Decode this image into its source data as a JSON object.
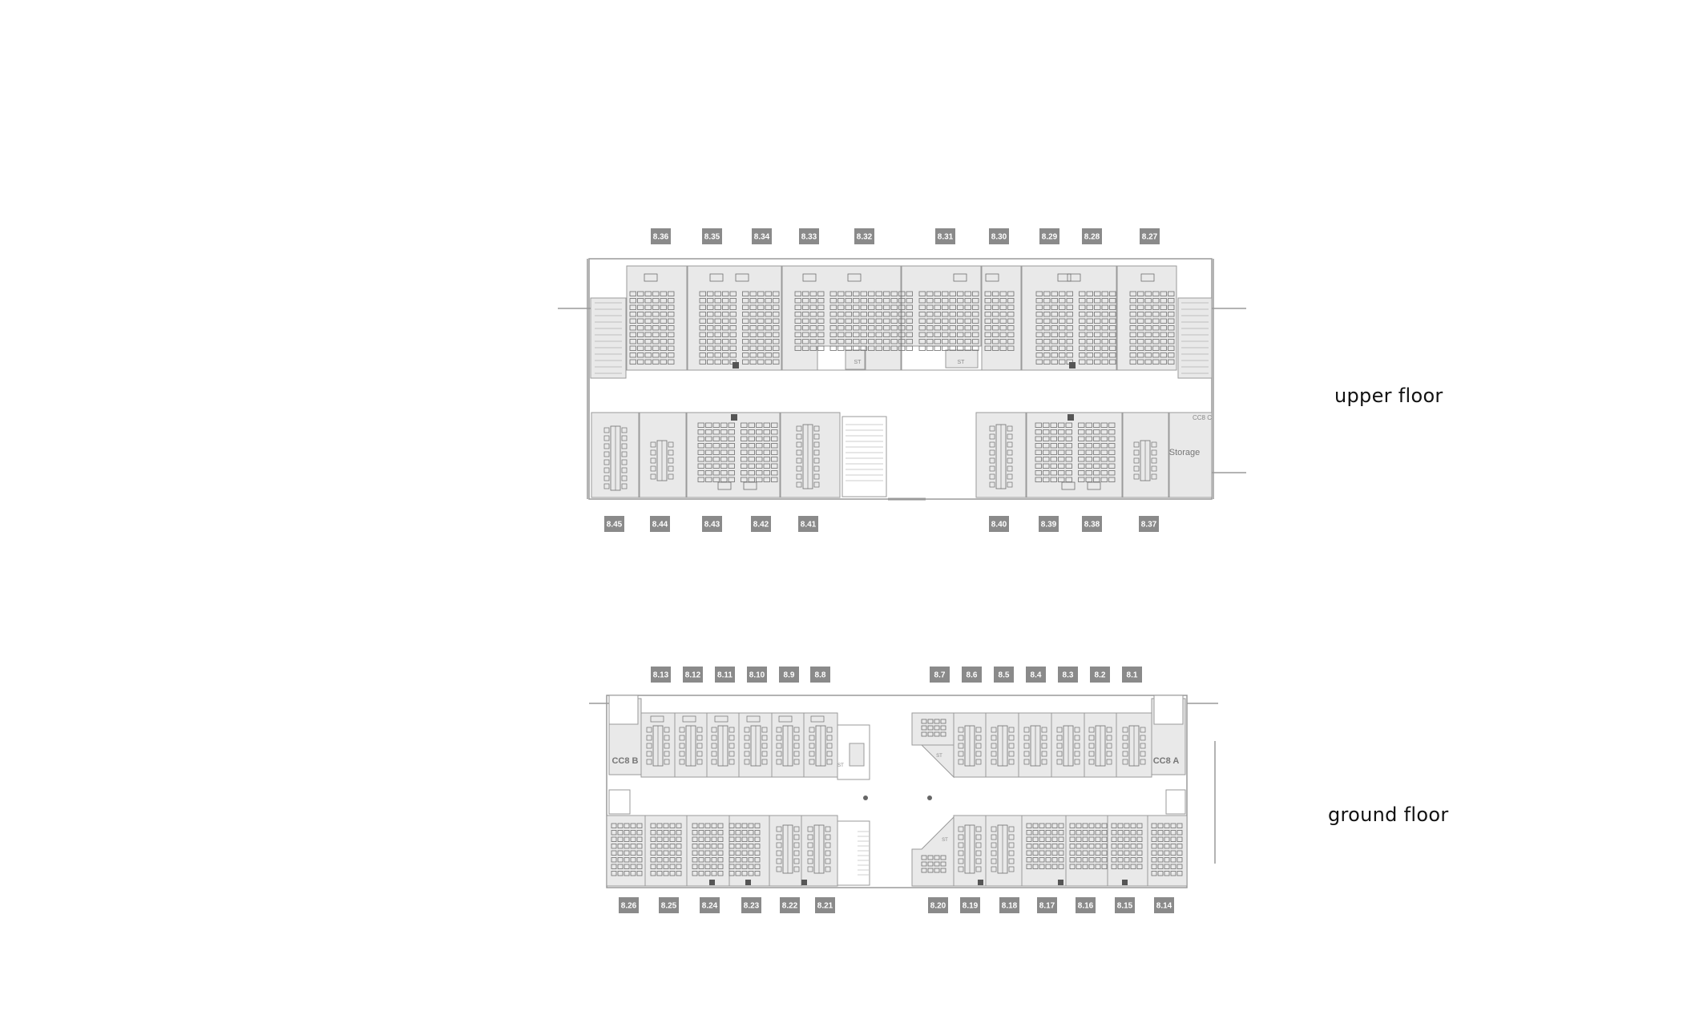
{
  "floors": {
    "upper": {
      "label": "upper floor",
      "rooms_top": [
        "8.36",
        "8.35",
        "8.34",
        "8.33",
        "8.32",
        "8.31",
        "8.30",
        "8.29",
        "8.28",
        "8.27"
      ],
      "rooms_bottom": [
        "8.45",
        "8.44",
        "8.43",
        "8.42",
        "8.41",
        "8.40",
        "8.39",
        "8.38",
        "8.37"
      ],
      "annotations": {
        "storage": "Storage",
        "core": "CC8 C",
        "st_1": "ST",
        "st_2": "ST"
      }
    },
    "ground": {
      "label": "ground floor",
      "rooms_top": [
        "8.13",
        "8.12",
        "8.11",
        "8.10",
        "8.9",
        "8.8",
        "8.7",
        "8.6",
        "8.5",
        "8.4",
        "8.3",
        "8.2",
        "8.1"
      ],
      "rooms_bottom": [
        "8.26",
        "8.25",
        "8.24",
        "8.23",
        "8.22",
        "8.21",
        "8.20",
        "8.19",
        "8.18",
        "8.17",
        "8.16",
        "8.15",
        "8.14"
      ],
      "annotations": {
        "core_west": "CC8 B",
        "core_east": "CC8 A",
        "st_1": "ST",
        "st_2": "ST",
        "st_3": "ST"
      }
    }
  },
  "colors": {
    "tag_fill": "#8a8a8a",
    "tag_text": "#ffffff",
    "floor_fill": "#e9e9e9",
    "wall": "#9a9a9a",
    "furniture": "#6f6f6f",
    "corridor": "#ffffff"
  }
}
